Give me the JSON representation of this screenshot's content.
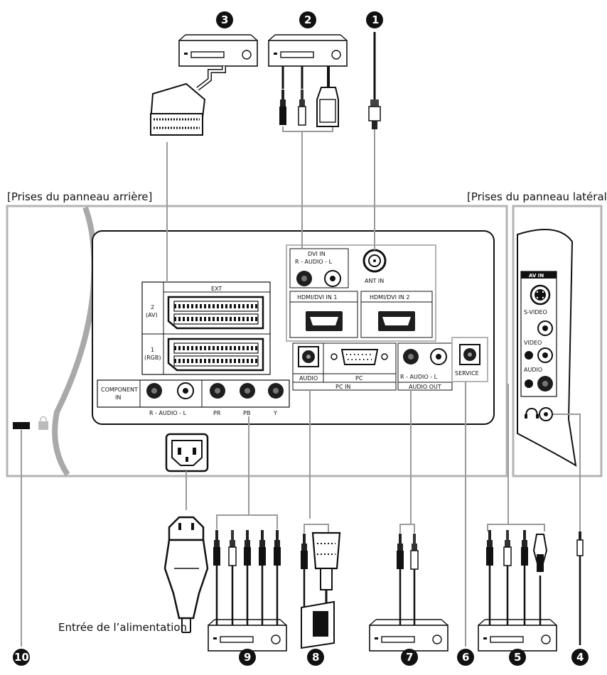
{
  "captions": {
    "rear_panel": "[Prises du panneau arrière]",
    "side_panel": "[Prises du panneau latéral]",
    "power_input": "Entrée de l’alimentation"
  },
  "rear_labels": {
    "ext": "EXT",
    "ext_2_a": "2",
    "ext_2_b": "(AV)",
    "ext_1_a": "1",
    "ext_1_b": "(RGB)",
    "component_a": "COMPONENT",
    "component_b": "IN",
    "component_audio": "R - AUDIO - L",
    "pr": "PR",
    "pb": "PB",
    "y": "Y",
    "dvi_in": "DVI IN",
    "dvi_audio": "R - AUDIO - L",
    "ant_in": "ANT IN",
    "hdmi1": "HDMI/DVI IN 1",
    "hdmi2": "HDMI/DVI IN 2",
    "audio": "AUDIO",
    "pc": "PC",
    "pc_in": "PC IN",
    "audio_out_lr": "R - AUDIO - L",
    "audio_out": "AUDIO OUT",
    "service": "SERVICE"
  },
  "side_labels": {
    "av_in": "AV IN",
    "s_video": "S-VIDEO",
    "video": "VIDEO",
    "audio": "AUDIO"
  },
  "callouts": [
    "1",
    "2",
    "3",
    "4",
    "5",
    "6",
    "7",
    "8",
    "9",
    "10"
  ],
  "colors": {
    "panel_outline": "#b4b4b4",
    "panel_fill": "#ffffff",
    "arc": "#a9a9a9",
    "jack": "#1e1e1e",
    "callout_bg": "#111111"
  }
}
